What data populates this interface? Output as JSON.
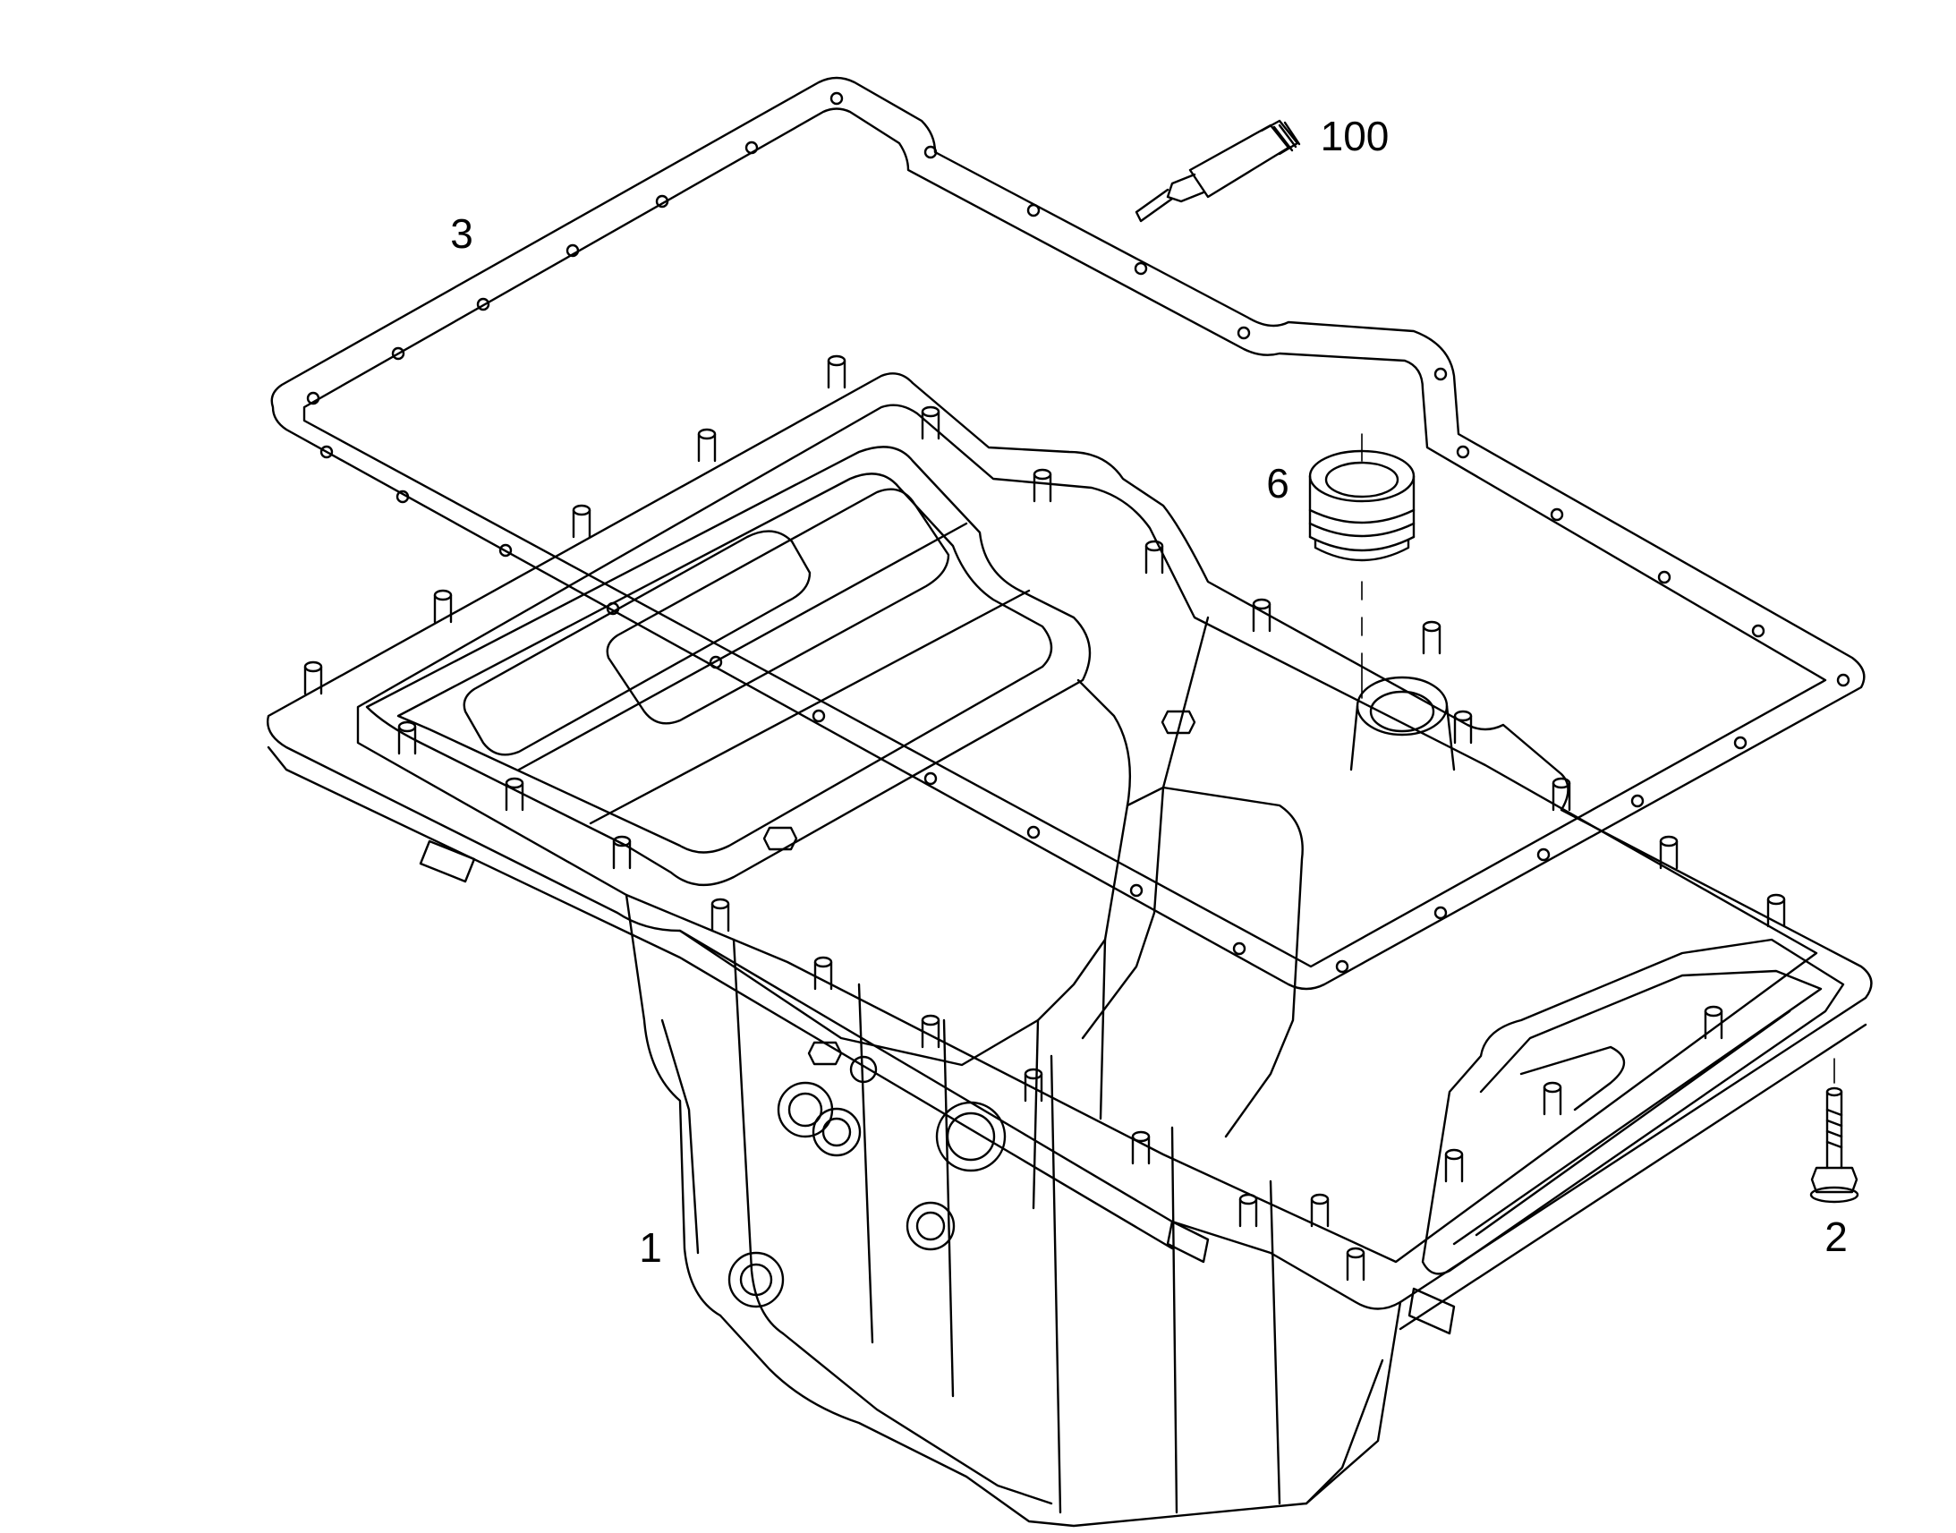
{
  "diagram": {
    "colors": {
      "line": "#000000",
      "background": "#ffffff"
    },
    "parts": [
      {
        "id": "oil-pan",
        "callout": "1"
      },
      {
        "id": "bolt",
        "callout": "2"
      },
      {
        "id": "gasket",
        "callout": "3"
      },
      {
        "id": "plug-sleeve",
        "callout": "6"
      },
      {
        "id": "sealant-tube",
        "callout": "100"
      }
    ]
  }
}
